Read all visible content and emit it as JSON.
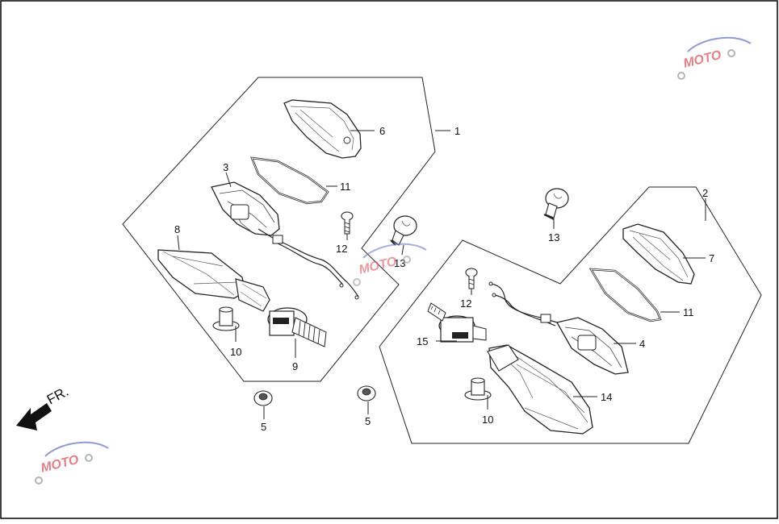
{
  "diagram": {
    "direction_label": "FR.",
    "watermark": {
      "brand": "MOTO",
      "colors": {
        "primary": "#d8565f",
        "secondary": "#6c7cc0",
        "gear": "#9a9a9a"
      }
    },
    "callouts": [
      {
        "id": "c1",
        "text": "1"
      },
      {
        "id": "c2",
        "text": "2"
      },
      {
        "id": "c3",
        "text": "3"
      },
      {
        "id": "c4",
        "text": "4"
      },
      {
        "id": "c5a",
        "text": "5"
      },
      {
        "id": "c5b",
        "text": "5"
      },
      {
        "id": "c6",
        "text": "6"
      },
      {
        "id": "c7",
        "text": "7"
      },
      {
        "id": "c8",
        "text": "8"
      },
      {
        "id": "c9",
        "text": "9"
      },
      {
        "id": "c10a",
        "text": "10"
      },
      {
        "id": "c10b",
        "text": "10"
      },
      {
        "id": "c11a",
        "text": "11"
      },
      {
        "id": "c11b",
        "text": "11"
      },
      {
        "id": "c12a",
        "text": "12"
      },
      {
        "id": "c12b",
        "text": "12"
      },
      {
        "id": "c13a",
        "text": "13"
      },
      {
        "id": "c13b",
        "text": "13"
      },
      {
        "id": "c14",
        "text": "14"
      },
      {
        "id": "c15",
        "text": "15"
      }
    ]
  }
}
